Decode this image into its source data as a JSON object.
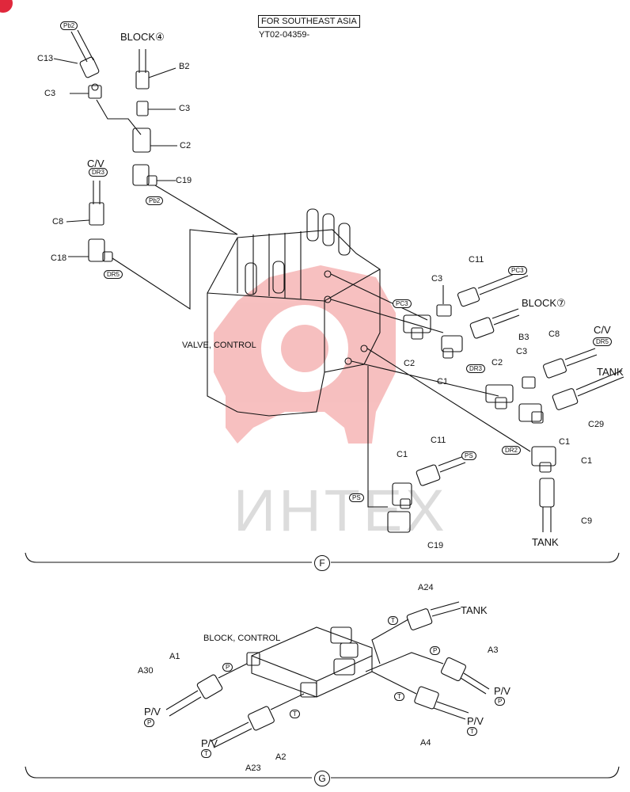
{
  "header": {
    "region_note": "FOR SOUTHEAST ASIA",
    "serial": "YT02-04359-"
  },
  "watermark": {
    "text": "ИНТЕХ",
    "logo_icon": "gear-logo-watermark-icon",
    "logo_color": "#f08c8c"
  },
  "colors": {
    "ink": "#111111",
    "corner_badge": "#e0283c"
  },
  "section_f": {
    "letter": "F",
    "titles": {
      "block4": "BLOCK④",
      "block7": "BLOCK⑦",
      "valve": "VALVE, CONTROL"
    },
    "parts": {
      "c13": "C13",
      "c3_top_left": "C3",
      "b2": "B2",
      "c3_mid": "C3",
      "c2_mid": "C2",
      "c19_mid": "C19",
      "cv_left": "C/V",
      "c8_left": "C8",
      "c18": "C18",
      "c3_right": "C3",
      "c11_top": "C11",
      "c2_right": "C2",
      "b3": "B3",
      "c1_mid": "C1",
      "c8_right": "C8",
      "cv_right": "C/V",
      "c3_right2": "C3",
      "c2_right2": "C2",
      "tank_right": "TANK",
      "c29": "C29",
      "c1_right": "C1",
      "c1_far": "C1",
      "c11_bottom": "C11",
      "c1_bottom": "C1",
      "c19_bottom": "C19",
      "c9": "C9",
      "tank_bottom": "TANK"
    },
    "ports": {
      "pb2_top": "Pb2",
      "pb2_mid": "Pb2",
      "dr3_left": "DR3",
      "dr5_left": "DR5",
      "pc3_right": "PC3",
      "pc3_valve": "PC3",
      "dr5_right": "DR5",
      "dr3_mid": "DR3",
      "ps_right": "PS",
      "dr2": "DR2",
      "ps_left": "PS"
    }
  },
  "section_g": {
    "letter": "G",
    "titles": {
      "block": "BLOCK, CONTROL"
    },
    "parts": {
      "a24": "A24",
      "tank": "TANK",
      "a1": "A1",
      "a3": "A3",
      "a30": "A30",
      "pv_left": "P/V",
      "pv_right": "P/V",
      "pv_right2": "P/V",
      "pv_bottom": "P/V",
      "a2": "A2",
      "a4": "A4",
      "a23": "A23"
    },
    "ports": {
      "t_top": "T",
      "p_mid": "P",
      "p_right": "P",
      "p_left": "P",
      "t_mid": "T",
      "t_right": "T",
      "p_pv": "P",
      "t_pv_right": "T",
      "t_pv_bottom": "T"
    }
  }
}
